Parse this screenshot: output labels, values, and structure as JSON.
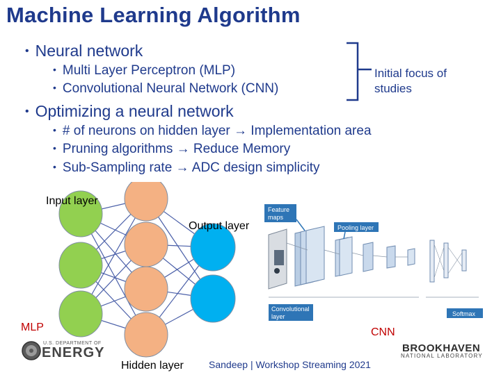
{
  "slide": {
    "title": "Machine Learning Algorithm",
    "bullets": [
      {
        "text": "Neural network",
        "sub": [
          "Multi Layer Perceptron (MLP)",
          "Convolutional Neural Network (CNN)"
        ]
      },
      {
        "text": "Optimizing a neural network",
        "sub": [
          "# of neurons on hidden layer → Implementation area",
          "Pruning algorithms → Reduce Memory",
          "Sub-Sampling rate → ADC design simplicity"
        ]
      }
    ],
    "bullet_symbol": "•",
    "side_note": "Initial focus of studies"
  },
  "mlp": {
    "input_label": "Input layer",
    "output_label": "Output layer",
    "hidden_label": "Hidden layer",
    "caption": "MLP",
    "colors": {
      "input": "#92d050",
      "hidden": "#f4b183",
      "output": "#00b0f0",
      "edge": "#4a5fa8"
    }
  },
  "cnn": {
    "caption": "CNN",
    "callouts": {
      "feature_maps": "Feature maps",
      "pooling_layer": "Pooling layer",
      "convolutional_layer": "Convolutional layer",
      "softmax": "Softmax"
    }
  },
  "footer": {
    "doe_small": "U.S. DEPARTMENT OF",
    "doe_big": "ENERGY",
    "credit": "Sandeep | Workshop Streaming 2021",
    "lab_name": "BROOKHAVEN",
    "lab_sub": "NATIONAL LABORATORY"
  }
}
